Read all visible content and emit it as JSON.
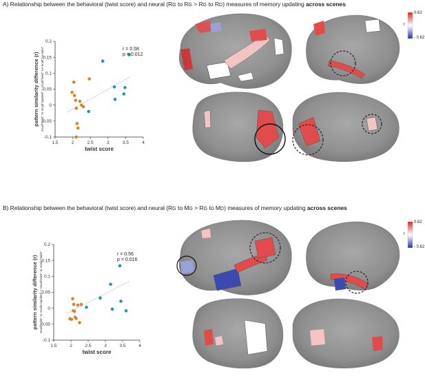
{
  "panels": [
    {
      "id": "A",
      "title_prefix": "A) Relationship between the behavioral (twist score) and neural (",
      "title_rg1": "R",
      "title_g1": "G",
      "title_to1": " to ",
      "title_rg2": "R",
      "title_g2": "G",
      "title_gt": " > ",
      "title_rg3": "R",
      "title_g3": "G",
      "title_to2": " to ",
      "title_r4": "R",
      "title_d4": "D",
      "title_mid": ") measures of memory updating ",
      "title_bold": "across scenes",
      "stats_r": "r = 0.58",
      "stats_p": "p = 0.012",
      "colorbar_max": "0.62",
      "colorbar_min": "- 0.62",
      "colorbar_label": "r"
    },
    {
      "id": "B",
      "title_prefix": "B) Relationship between the behavioral (twist score) and neural (",
      "title_rg1": "R",
      "title_g1": "G",
      "title_to1": " to ",
      "title_rg2": "M",
      "title_g2": "G",
      "title_gt": " > ",
      "title_rg3": "R",
      "title_g3": "G",
      "title_to2": " to ",
      "title_r4": "M",
      "title_d4": "D",
      "title_mid": ") measures of memory updating ",
      "title_bold": "across scenes",
      "stats_r": "r = 0.56",
      "stats_p": "p = 0.016",
      "colorbar_max": "0.62",
      "colorbar_min": "- 0.62",
      "colorbar_label": "r"
    }
  ],
  "chart_data": [
    {
      "type": "scatter",
      "xlabel": "twist score",
      "ylabel": "pattern similarity difference (r)",
      "ylabel_sub": "recall\"twist\" to recall\"spoiled\" > recall\"twist\" to recall\"no-twist\"",
      "xlim": [
        1.5,
        4
      ],
      "ylim": [
        -0.1,
        0.2
      ],
      "xticks": [
        "1.5",
        "2",
        "2.5",
        "3",
        "3.5",
        "4"
      ],
      "yticks": [
        "-0.1",
        "-0.05",
        "0",
        "0.05",
        "0.1",
        "0.15",
        "0.2"
      ],
      "series": [
        {
          "color": "#d9812c",
          "x": [
            1.98,
            2.03,
            2.05,
            2.08,
            2.1,
            2.12,
            2.15,
            2.2,
            2.25,
            2.3,
            2.47,
            2.1
          ],
          "y": [
            0.04,
            0.072,
            0.03,
            0.015,
            -0.01,
            -0.058,
            -0.072,
            0.012,
            0.0,
            -0.005,
            0.082,
            -0.1
          ]
        },
        {
          "color": "#1f98a8",
          "x": [
            2.45,
            2.85,
            3.18,
            3.2,
            3.45,
            3.48,
            3.6
          ],
          "y": [
            -0.02,
            0.138,
            0.057,
            0.018,
            0.035,
            0.055,
            0.158
          ]
        }
      ],
      "trend": {
        "x": [
          1.85,
          3.65
        ],
        "y": [
          -0.022,
          0.09
        ]
      }
    },
    {
      "type": "scatter",
      "xlabel": "twist score",
      "ylabel": "pattern similarity difference (r)",
      "ylabel_sub": "recall\"twist\" to movie\"spoiled\" > recall\"twist\" to movie\"twist\"",
      "xlim": [
        1.5,
        4
      ],
      "ylim": [
        -0.1,
        0.2
      ],
      "xticks": [
        "1.5",
        "2",
        "2.5",
        "3",
        "3.5",
        "4"
      ],
      "yticks": [
        "-0.1",
        "-0.05",
        "0",
        "0.05",
        "0.1",
        "0.15",
        "0.2"
      ],
      "series": [
        {
          "color": "#d9812c",
          "x": [
            1.97,
            2.02,
            2.05,
            2.08,
            2.1,
            2.12,
            2.15,
            2.2,
            2.25,
            2.3,
            2.07
          ],
          "y": [
            -0.033,
            -0.035,
            0.03,
            0.012,
            -0.01,
            -0.028,
            -0.032,
            0.01,
            -0.045,
            0.012,
            -0.008
          ]
        },
        {
          "color": "#1f98a8",
          "x": [
            2.45,
            2.85,
            3.15,
            3.2,
            3.42,
            3.45,
            3.6
          ],
          "y": [
            0.003,
            0.032,
            0.075,
            -0.003,
            0.133,
            0.022,
            -0.008
          ]
        }
      ],
      "trend": {
        "x": [
          1.9,
          3.7
        ],
        "y": [
          -0.016,
          0.085
        ]
      }
    }
  ]
}
